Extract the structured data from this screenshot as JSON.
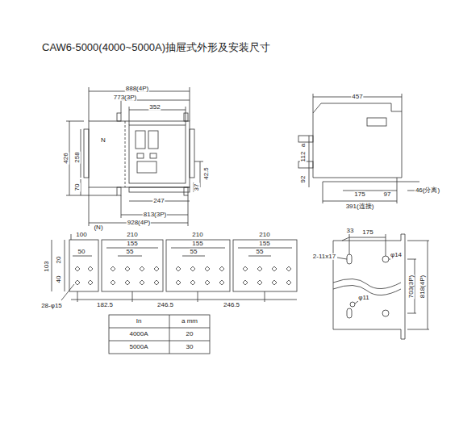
{
  "diagram": {
    "title": "CAW6-5000(4000~5000A)抽屉式外形及安装尺寸",
    "labels": [
      "888(4P)",
      "773(3P)",
      "352",
      "N",
      "426",
      "258",
      "70",
      "42.5",
      "37",
      "247",
      "813(3P)",
      "928(4P)",
      "(N)",
      "457",
      "a",
      "112",
      "92",
      "175",
      "97",
      "46(分离)",
      "391(连接)",
      "100",
      "210",
      "210",
      "210",
      "50",
      "155",
      "155",
      "155",
      "20",
      "55",
      "55",
      "55",
      "103",
      "40",
      "28-φ15",
      "182.5",
      "246.5",
      "246.5",
      "33",
      "175",
      "2-11x17",
      "φ14",
      "φ11",
      "703(3P)",
      "818(4P)",
      "In",
      "a mm",
      "4000A",
      "20",
      "5000A",
      "30"
    ]
  }
}
